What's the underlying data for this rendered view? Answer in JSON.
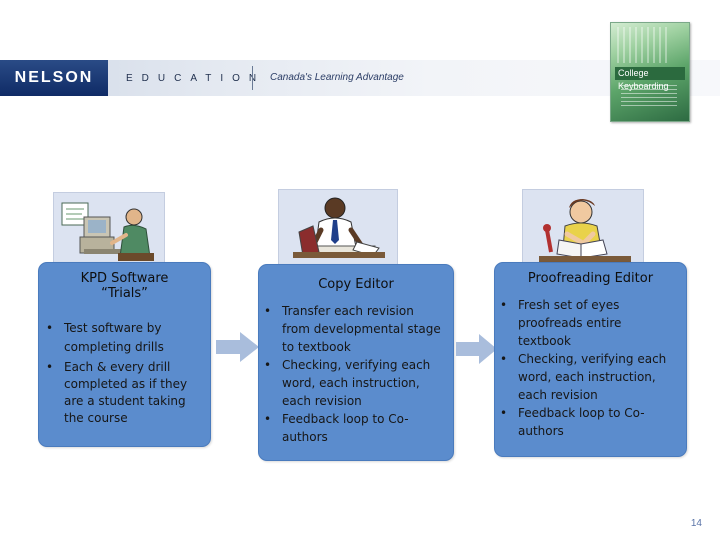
{
  "header": {
    "brand_name": "NELSON",
    "brand_division": "EDUCATION",
    "tagline": "Canada's Learning Advantage"
  },
  "book": {
    "cover_title": "College Keyboarding"
  },
  "cards": [
    {
      "title_line1": "KPD Software",
      "title_line2": "“Trials”",
      "bullets": [
        "Test software by completing drills",
        "Each & every drill completed as if they are a student taking the course"
      ]
    },
    {
      "title": "Copy Editor",
      "bullets": [
        "Transfer each revision from developmental stage to textbook",
        "Checking, verifying each word, each instruction, each revision",
        "Feedback loop to Co-authors"
      ]
    },
    {
      "title": "Proofreading Editor",
      "bullets": [
        "Fresh set of eyes proofreads entire textbook",
        "Checking, verifying each word, each instruction, each revision",
        "Feedback loop to Co-authors"
      ]
    }
  ],
  "page_number": "14",
  "colors": {
    "card_fill": "#5b8ccd",
    "arrow_fill": "#a9bddc",
    "banner_brand": "#0f2b66"
  },
  "icons": [
    "computer-user-clipart",
    "office-worker-clipart",
    "reading-student-clipart",
    "right-arrow-icon"
  ]
}
